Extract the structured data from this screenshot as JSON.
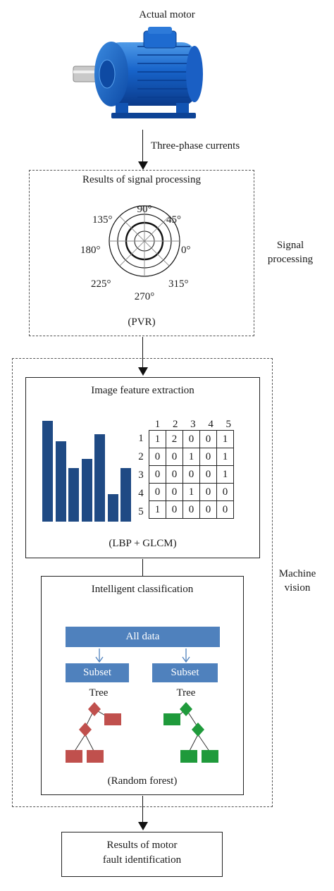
{
  "motor": {
    "title": "Actual motor"
  },
  "edge_signal": "Three-phase currents",
  "signal_box": {
    "title": "Results of signal processing",
    "caption": "(PVR)",
    "side_label_1": "Signal",
    "side_label_2": "processing",
    "angles": [
      "90°",
      "45°",
      "0°",
      "315°",
      "270°",
      "225°",
      "180°",
      "135°"
    ]
  },
  "machine_vision": {
    "side_label_1": "Machine",
    "side_label_2": "vision"
  },
  "feature_box": {
    "title": "Image feature extraction",
    "caption": "(LBP + GLCM)",
    "histogram": [
      1.0,
      0.8,
      0.53,
      0.62,
      0.87,
      0.27,
      0.53
    ],
    "bar_color": "#1f4a84",
    "col_headers": [
      "1",
      "2",
      "3",
      "4",
      "5"
    ],
    "row_headers": [
      "1",
      "2",
      "3",
      "4",
      "5"
    ],
    "matrix": [
      [
        "1",
        "2",
        "0",
        "0",
        "1"
      ],
      [
        "0",
        "0",
        "1",
        "0",
        "1"
      ],
      [
        "0",
        "0",
        "0",
        "0",
        "1"
      ],
      [
        "0",
        "0",
        "1",
        "0",
        "0"
      ],
      [
        "1",
        "0",
        "0",
        "0",
        "0"
      ]
    ]
  },
  "classification_box": {
    "title": "Intelligent classification",
    "all_data": "All data",
    "subset_left": "Subset",
    "subset_right": "Subset",
    "tree_left": "Tree",
    "tree_right": "Tree",
    "caption": "(Random forest)",
    "colors": {
      "bar": "#4f81bd",
      "tree_left": "#c0504d",
      "tree_right": "#1f9a3b"
    }
  },
  "result_box": {
    "line1": "Results of motor",
    "line2": "fault identification"
  }
}
